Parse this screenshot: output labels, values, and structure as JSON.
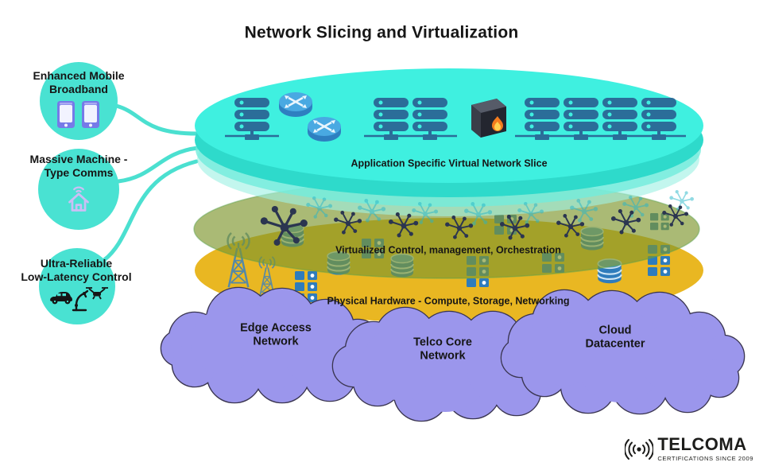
{
  "title": "Network Slicing and Virtualization",
  "use_cases": [
    {
      "label": "Enhanced Mobile\nBroadband",
      "icon": "smartphone-icons"
    },
    {
      "label": "Massive Machine -\nType Comms",
      "icon": "smart-home-icon"
    },
    {
      "label": "Ultra-Reliable\nLow-Latency Control",
      "icon": "car-robot-arm-drone-icons"
    }
  ],
  "layers": {
    "slice_label": "Application Specific Virtual Network Slice",
    "virtualization_label": "Virtualized Control, management, Orchestration",
    "hardware_label": "Physical Hardware - Compute, Storage, Networking"
  },
  "clouds": [
    {
      "label": "Edge Access\nNetwork"
    },
    {
      "label": "Telco Core\nNetwork"
    },
    {
      "label": "Cloud\nDatacenter"
    }
  ],
  "logo": {
    "brand": "TELCOMA",
    "tagline": "CERTIFICATIONS SINCE 2009"
  },
  "colors": {
    "teal_disc": "#3FF0E0",
    "teal_circle": "#49E2D2",
    "olive_layer": "#7E962D",
    "gold_layer": "#E9B722",
    "cloud_purple": "#9B96EC",
    "cloud_outline": "#3A3550",
    "rack_blue": "#2B6D99",
    "hardware_blue": "#2E7CBC",
    "node_navy": "#2B3550",
    "phone_purple": "#767AE8",
    "text_dark": "#161616"
  }
}
